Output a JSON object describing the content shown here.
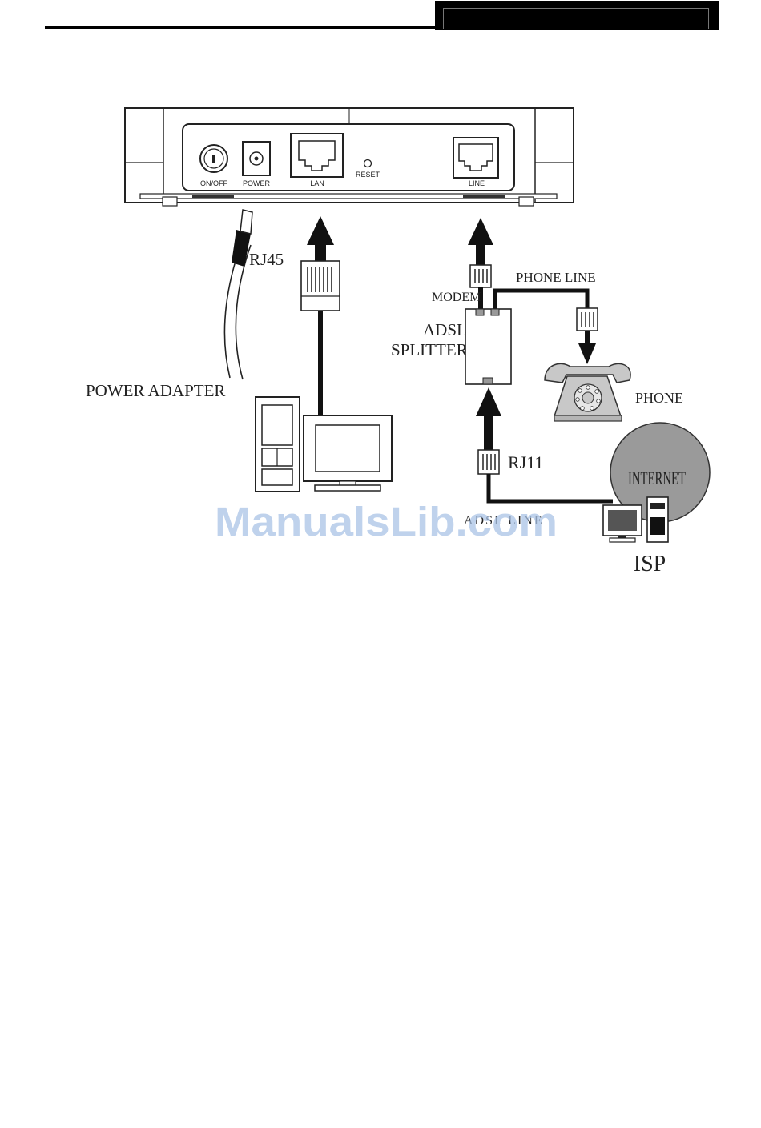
{
  "router_ports": {
    "on_off": "ON/OFF",
    "power": "POWER",
    "lan": "LAN",
    "reset": "RESET",
    "line": "LINE"
  },
  "labels": {
    "power_adapter": "POWER ADAPTER",
    "rj45": "RJ45",
    "modem": "MODEM",
    "phone_line": "PHONE LINE",
    "adsl": "ADSL",
    "splitter": "SPLITTER",
    "phone": "PHONE",
    "rj11": "RJ11",
    "internet": "INTERNET",
    "adsl_line": "ADSL LINE",
    "isp": "ISP"
  },
  "watermark": "ManualsLib.com"
}
